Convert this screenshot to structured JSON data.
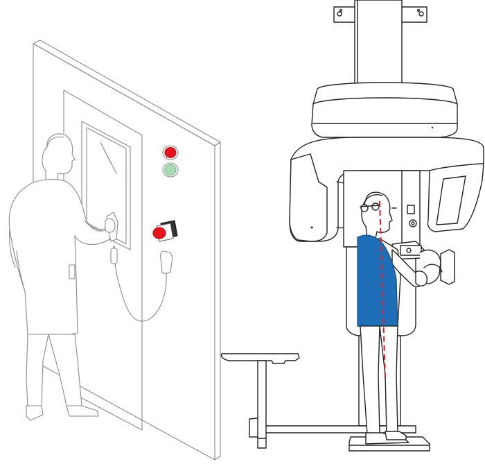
{
  "colors": {
    "stop_red": "#e8141c",
    "ready_green": "#a8dcb0",
    "vest_blue": "#1f6fb8",
    "alignment_line": "#e0202a",
    "line": "#222222",
    "faint_line": "#8a8a8a"
  },
  "icons": {
    "operator": "operator-figure",
    "door": "door-panel",
    "window": "observation-window",
    "red_lamp": "red-indicator-lamp",
    "green_lamp": "green-indicator-lamp",
    "stop_button": "emergency-stop-button",
    "hand_switch": "exposure-hand-switch",
    "patient": "patient-figure",
    "vest": "lead-apron-vest",
    "xray_unit": "panoramic-xray-unit",
    "stool": "stool"
  }
}
